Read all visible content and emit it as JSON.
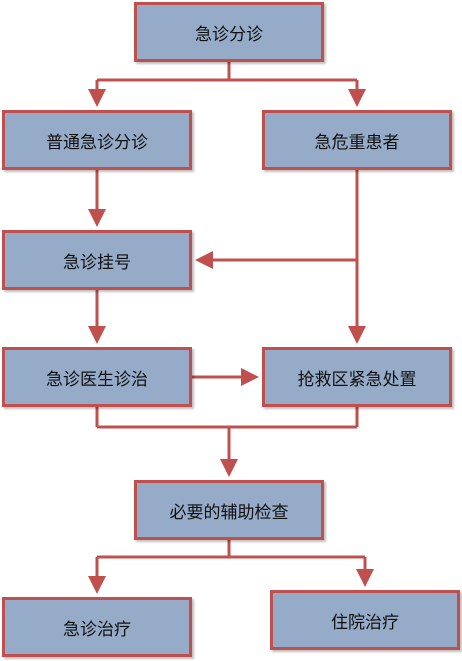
{
  "diagram": {
    "colors": {
      "box_fill": "#95abc8",
      "box_border": "#c0504d",
      "connector": "#c0504d"
    },
    "nodes": {
      "triage": "急诊分诊",
      "general_triage": "普通急诊分诊",
      "critical_patient": "急危重患者",
      "registration": "急诊挂号",
      "doctor_consult": "急诊医生诊治",
      "rescue_area": "抢救区紧急处置",
      "auxiliary_exam": "必要的辅助检查",
      "er_treatment": "急诊治疗",
      "inpatient_treatment": "住院治疗"
    }
  }
}
